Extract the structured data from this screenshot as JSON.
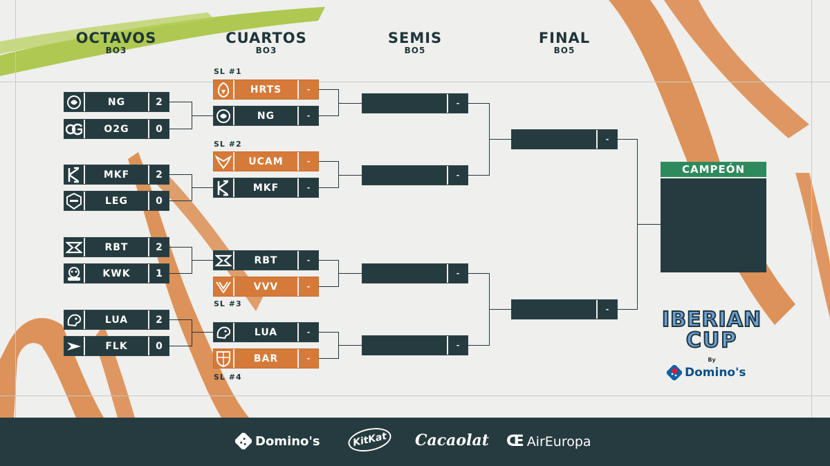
{
  "rounds": [
    {
      "name": "OCTAVOS",
      "format": "BO3"
    },
    {
      "name": "CUARTOS",
      "format": "BO3"
    },
    {
      "name": "SEMIS",
      "format": "BO5"
    },
    {
      "name": "FINAL",
      "format": "BO5"
    }
  ],
  "octavos": [
    {
      "tag": "NG",
      "score": "2",
      "icon": "ng-logo-icon"
    },
    {
      "tag": "O2G",
      "score": "0",
      "icon": "o2g-logo-icon"
    },
    {
      "tag": "MKF",
      "score": "2",
      "icon": "mkf-logo-icon"
    },
    {
      "tag": "LEG",
      "score": "0",
      "icon": "legacy5-logo-icon"
    },
    {
      "tag": "RBT",
      "score": "2",
      "icon": "rbt-logo-icon"
    },
    {
      "tag": "KWK",
      "score": "1",
      "icon": "kwk-logo-icon"
    },
    {
      "tag": "LUA",
      "score": "2",
      "icon": "lua-logo-icon"
    },
    {
      "tag": "FLK",
      "score": "0",
      "icon": "flk-logo-icon"
    }
  ],
  "cuartos": [
    {
      "tag": "HRTS",
      "score": "-",
      "icon": "hrts-logo-icon",
      "style": "orange"
    },
    {
      "tag": "NG",
      "score": "-",
      "icon": "ng-logo-icon",
      "style": "dark"
    },
    {
      "tag": "UCAM",
      "score": "-",
      "icon": "ucam-logo-icon",
      "style": "orange"
    },
    {
      "tag": "MKF",
      "score": "-",
      "icon": "mkf-logo-icon",
      "style": "dark"
    },
    {
      "tag": "RBT",
      "score": "-",
      "icon": "rbt-logo-icon",
      "style": "dark"
    },
    {
      "tag": "VVV",
      "score": "-",
      "icon": "vvv-logo-icon",
      "style": "orange"
    },
    {
      "tag": "LUA",
      "score": "-",
      "icon": "lua-logo-icon",
      "style": "dark"
    },
    {
      "tag": "BAR",
      "score": "-",
      "icon": "bar-logo-icon",
      "style": "orange"
    }
  ],
  "superleague_labels": [
    "SL #1",
    "SL #2",
    "SL #3",
    "SL #4"
  ],
  "semis": [
    {
      "score": "-"
    },
    {
      "score": "-"
    },
    {
      "score": "-"
    },
    {
      "score": "-"
    }
  ],
  "final": [
    {
      "score": "-"
    },
    {
      "score": "-"
    }
  ],
  "champion": {
    "label": "CAMPEÓN"
  },
  "event_logo": {
    "line1": "IBERIAN",
    "line2": "CUP",
    "by": "By",
    "sponsor": "Domino's"
  },
  "footer_sponsors": [
    "Domino's",
    "KitKat",
    "Cacaolat",
    "AirEuropa"
  ],
  "colors": {
    "dark": "#253b3f",
    "orange": "#d67a39",
    "green": "#2e8a5c",
    "lime": "#9fc13a",
    "background": "#efefed"
  }
}
